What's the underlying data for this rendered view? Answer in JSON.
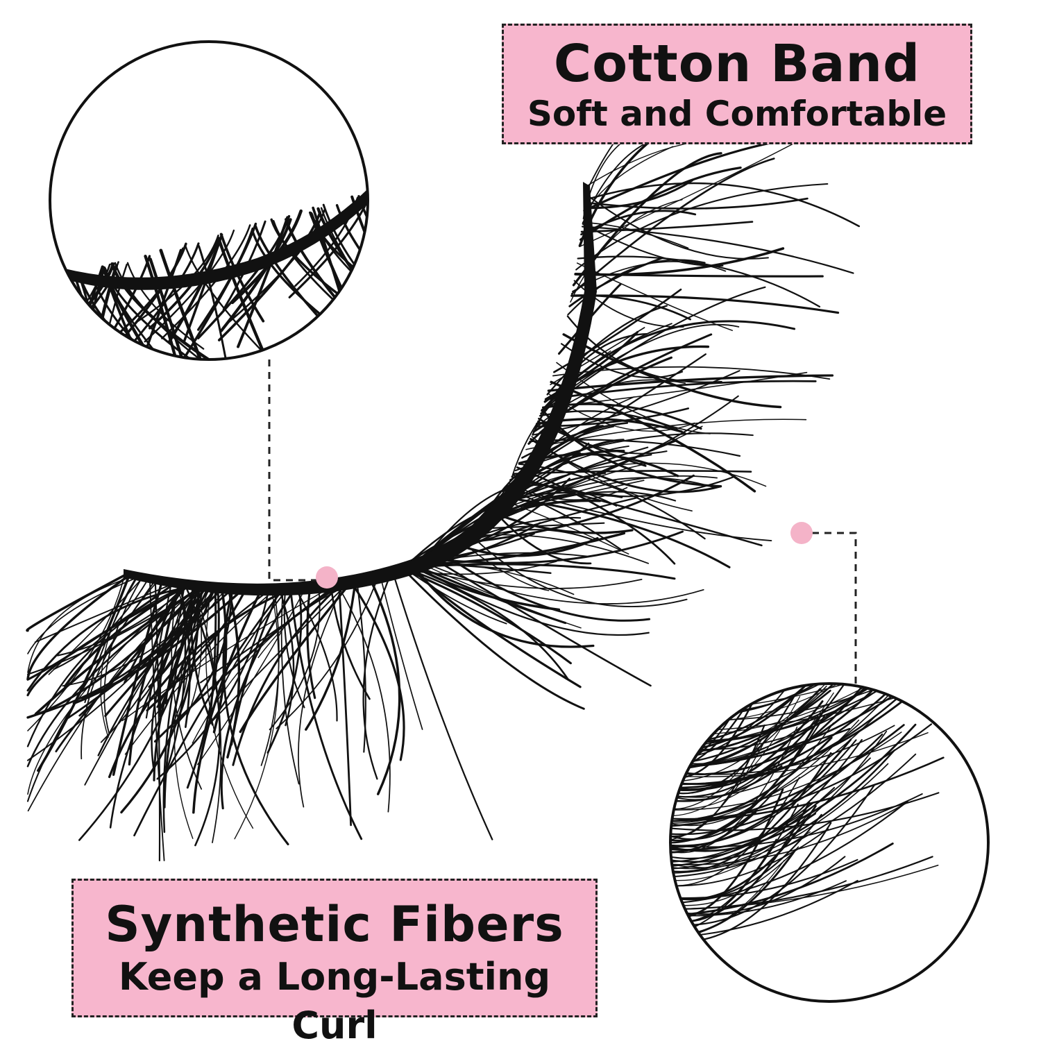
{
  "callouts": {
    "cotton_band": {
      "title": "Cotton Band",
      "subtitle": "Soft and Comfortable"
    },
    "synthetic_fibers": {
      "title": "Synthetic Fibers",
      "subtitle": "Keep a Long-Lasting Curl"
    }
  },
  "colors": {
    "label_background": "#f7b6cd",
    "marker_dot": "#f4b3c8",
    "lash": "#111111",
    "border": "#222222"
  }
}
